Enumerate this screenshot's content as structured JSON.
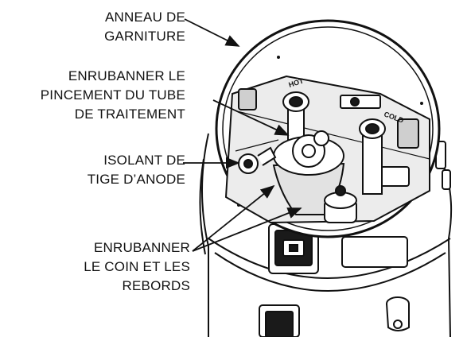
{
  "colors": {
    "ink": "#111111",
    "paper": "#ffffff",
    "shade": "#d9d9d9"
  },
  "callouts": [
    {
      "id": "trim-ring",
      "lines": [
        "ANNEAU DE",
        "GARNITURE"
      ]
    },
    {
      "id": "treatment-tube-pinch",
      "lines": [
        "ENRUBANNER LE",
        "PINCEMENT DU TUBE",
        "DE TRAITEMENT"
      ]
    },
    {
      "id": "anode-rod-insulator",
      "lines": [
        "ISOLANT DE",
        "TIGE D’ANODE"
      ]
    },
    {
      "id": "corner-and-edges",
      "lines": [
        "ENRUBANNER",
        "LE COIN ET LES",
        "REBORDS"
      ]
    }
  ],
  "fitting_labels": {
    "hot": "HOT",
    "cold": "COLD"
  }
}
